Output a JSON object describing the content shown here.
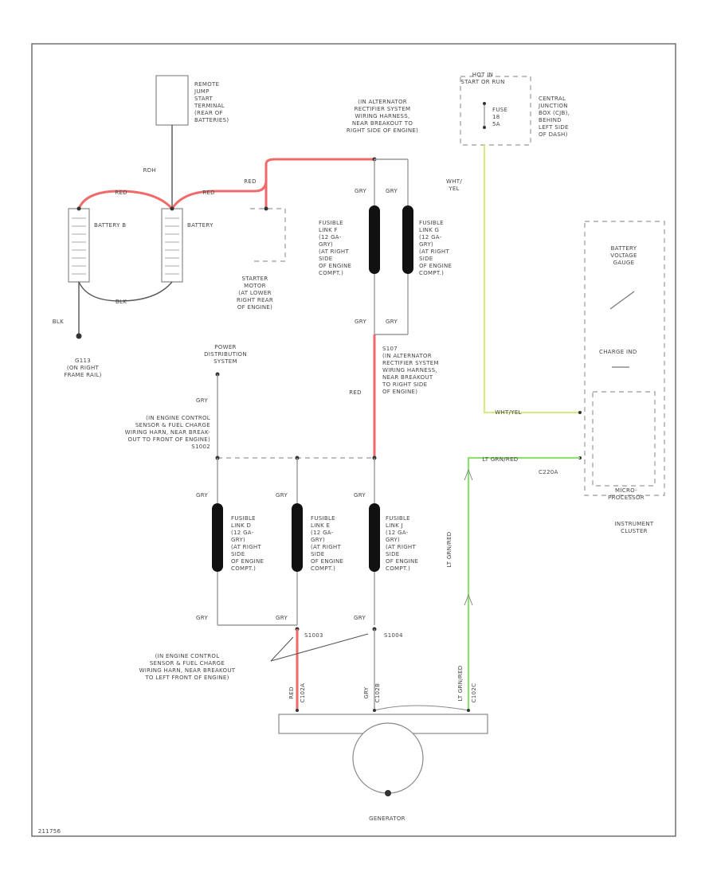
{
  "labels": {
    "remote_jump": "REMOTE\nJUMP\nSTART\nTERMINAL\n(REAR OF\nBATTERIES)",
    "alt_harness_top": "(IN ALTERNATOR\nRECTIFIER SYSTEM\nWIRING HARNESS,\nNEAR BREAKOUT TO\nRIGHT SIDE OF ENGINE)",
    "hot_in": "HOT IN\nSTART OR RUN",
    "fuse_ref": "FUSE\n18\n5A",
    "central_junction": "CENTRAL\nJUNCTION\nBOX (CJB),\nBEHIND\nLEFT SIDE\nOF DASH)",
    "rdh": "RDH",
    "red1": "RED",
    "red2": "RED",
    "red3": "RED",
    "battery_b": "BATTERY B",
    "battery": "BATTERY",
    "starter_motor": "STARTER\nMOTOR\n(AT LOWER\nRIGHT REAR\nOF ENGINE)",
    "wht_yel_top": "WHT/\nYEL",
    "gry_a": "GRY",
    "gry_b": "GRY",
    "fusible_f": "FUSIBLE\nLINK F\n(12 GA-\nGRY)\n(AT RIGHT\nSIDE\nOF ENGINE\nCOMPT.)",
    "fusible_g": "FUSIBLE\nLINK G\n(12 GA-\nGRY)\n(AT RIGHT\nSIDE\nOF ENGINE\nCOMPT.)",
    "battery_voltage_gauge": "BATTERY\nVOLTAGE\nGAUGE",
    "blk_ground": "BLK",
    "g113": "G113\n(ON RIGHT\nFRAME RAIL)",
    "blk_mid": "BLK",
    "gry_c": "GRY",
    "gry_d": "GRY",
    "s107": "S107\n(IN ALTERNATOR\nRECTIFIER SYSTEM\nWIRING HARNESS,\nNEAR BREAKOUT\nTO RIGHT SIDE\nOF ENGINE)",
    "power_distribution": "POWER\nDISTRIBUTION\nSYSTEM",
    "charge_ind": "CHARGE IND",
    "red_mid": "RED",
    "gry_e": "GRY",
    "engine_control_harness": "(IN ENGINE CONTROL\nSENSOR & FUEL CHARGE\nWIRING HARN, NEAR BREAK-\nOUT TO FRONT OF ENGINE)\nS1002",
    "wht_yel_mid": "WHT/YEL",
    "lt_grn_red": "LT GRN/RED",
    "c220a": "C220A",
    "gry_f": "GRY",
    "gry_g": "GRY",
    "gry_h": "GRY",
    "fusible_d": "FUSIBLE\nLINK D\n(12 GA-\nGRY)\n(AT RIGHT\nSIDE\nOF ENGINE\nCOMPT.)",
    "fusible_e": "FUSIBLE\nLINK E\n(12 GA-\nGRY)\n(AT RIGHT\nSIDE\nOF ENGINE\nCOMPT.)",
    "fusible_j": "FUSIBLE\nLINK J\n(12 GA-\nGRY)\n(AT RIGHT\nSIDE\nOF ENGINE\nCOMPT.)",
    "micro_controller": "MICRO-\nPROCESSOR",
    "instrument_cluster": "INSTRUMENT\nCLUSTER",
    "gry_i": "GRY",
    "gry_j": "GRY",
    "gry_k": "GRY",
    "s1003": "S1003",
    "s1004": "S1004",
    "engine_control_harness2": "(IN ENGINE CONTROL\nSENSOR & FUEL CHARGE\nWIRING HARN, NEAR BREAKOUT\nTO LEFT FRONT OF ENGINE)",
    "lt_grn_red_vert": "LT GRN/RED",
    "red_bottom": "RED",
    "gry_bottom": "GRY",
    "lt_grn_red_bottom": "LT GRN/RED",
    "c102a": "C102A",
    "c102b": "C102B",
    "c102c": "C102C",
    "generator": "GENERATOR",
    "page_code": "211756"
  },
  "colors": {
    "red_wire": "#f06a6a",
    "yellow_wire": "#d9e88a",
    "green_wire": "#90e070",
    "wire": "#555555",
    "gray_wire": "#999999"
  }
}
